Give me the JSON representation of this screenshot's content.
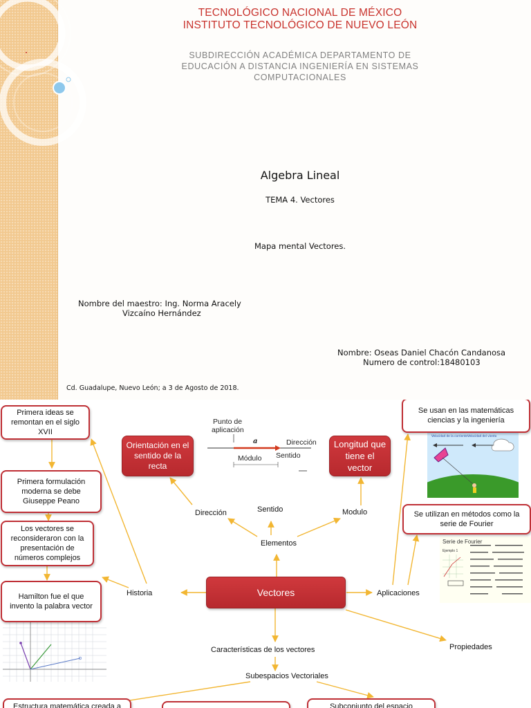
{
  "cover": {
    "institution_line1": "TECNOLÓGICO NACIONAL DE MÉXICO",
    "institution_line2": "INSTITUTO TECNOLÓGICO DE NUEVO LEÓN",
    "department_line1": "SUBDIRECCIÓN ACADÉMICA DEPARTAMENTO DE",
    "department_line2": "EDUCACIÓN A DISTANCIA INGENIERÍA EN SISTEMAS",
    "department_line3": "COMPUTACIONALES",
    "subject": "Algebra Lineal",
    "topic": "TEMA 4. Vectores",
    "assignment": "Mapa mental Vectores.",
    "teacher_line1": "Nombre del maestro: Ing. Norma Aracely",
    "teacher_line2": "Vizcaíno Hernández",
    "student_name": "Nombre: Oseas Daniel Chacón Candanosa",
    "control_number": "Numero de control:18480103",
    "place_date": "Cd. Guadalupe, Nuevo León; a 3 de Agosto de 2018."
  },
  "mind_map": {
    "center": "Vectores",
    "branches": {
      "historia": "Historia",
      "aplicaciones": "Aplicaciones",
      "elementos": "Elementos",
      "direccion": "Dirección",
      "sentido": "Sentido",
      "modulo": "Modulo",
      "caracteristicas": "Características de los vectores",
      "propiedades": "Propiedades",
      "subespacios": "Subespacios Vectoriales"
    },
    "historia_boxes": [
      "Primera ideas se remontan en el siglo XVII",
      "Primera formulación moderna se debe Giuseppe Peano",
      "Los vectores se reconsideraron con la presentación de números complejos",
      "Hamilton fue el que invento la palabra vector"
    ],
    "direccion_box": "Orientación en el sentido de la recta",
    "modulo_box": "Longitud que tiene el vector",
    "aplicaciones_boxes": [
      "Se usan en las matemáticas ciencias y la ingeniería",
      "Se utilizan en métodos como la serie de Fourier"
    ],
    "subespacios_boxes": [
      "Estructura matemática creada a",
      "",
      "Subconjunto del espacio"
    ],
    "vector_diagram": {
      "punto_line1": "Punto de",
      "punto_line2": "aplicación",
      "symbol": "a",
      "direccion": "Dirección",
      "modulo": "Módulo",
      "sentido": "Sentido"
    },
    "kite_image": {
      "velocity_wind": "Velocidad del viento",
      "velocity_current": "Velocidad de la corriente"
    },
    "fourier_image": {
      "title": "Serie de Fourier",
      "example": "Ejemplo 1"
    }
  },
  "colors": {
    "accent_red": "#c8322c",
    "box_border": "#bf2f35",
    "arrow": "#f2b632",
    "strip": "#f2c98f"
  }
}
